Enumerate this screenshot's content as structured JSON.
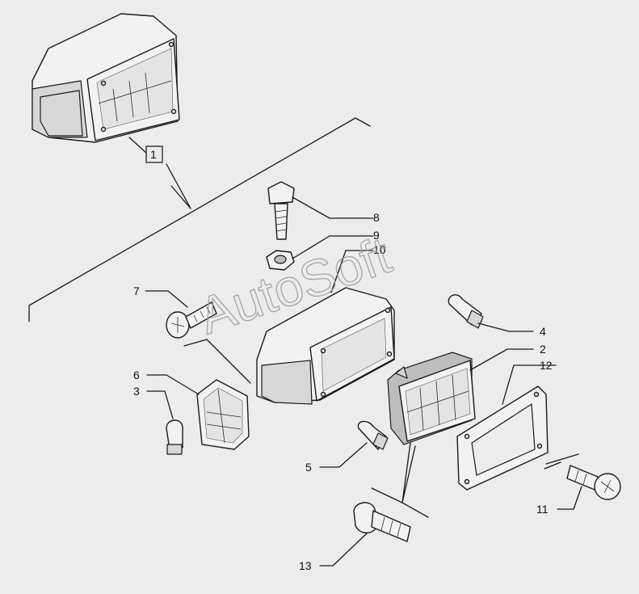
{
  "watermark": "AutoSoft",
  "callouts": {
    "c1": "1",
    "c2": "2",
    "c3": "3",
    "c4": "4",
    "c5": "5",
    "c6": "6",
    "c7": "7",
    "c8": "8",
    "c9": "9",
    "c10": "10",
    "c11": "11",
    "c12": "12",
    "c13": "13"
  },
  "colors": {
    "background": "#ececec",
    "line": "#1a1a1a"
  }
}
